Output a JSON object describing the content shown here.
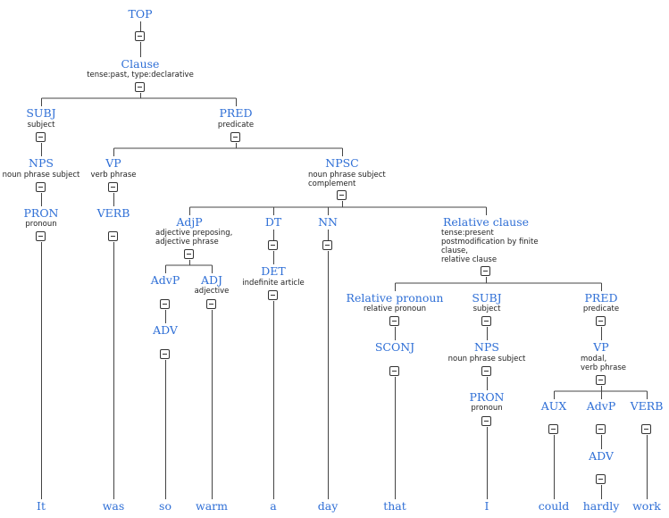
{
  "nodes": [
    {
      "id": "top",
      "label": "TOP",
      "desc": ""
    },
    {
      "id": "clause",
      "label": "Clause",
      "desc": "tense:past, type:declarative"
    },
    {
      "id": "subj1",
      "label": "SUBJ",
      "desc": "subject"
    },
    {
      "id": "nps1",
      "label": "NPS",
      "desc": "noun phrase subject"
    },
    {
      "id": "pron1",
      "label": "PRON",
      "desc": "pronoun"
    },
    {
      "id": "pred1",
      "label": "PRED",
      "desc": "predicate"
    },
    {
      "id": "vp1",
      "label": "VP",
      "desc": "verb phrase"
    },
    {
      "id": "verb1",
      "label": "VERB",
      "desc": ""
    },
    {
      "id": "npsc",
      "label": "NPSC",
      "desc": "noun phrase subject\ncomplement"
    },
    {
      "id": "adjp",
      "label": "AdjP",
      "desc": "adjective preposing,\nadjective phrase"
    },
    {
      "id": "advp1",
      "label": "AdvP",
      "desc": ""
    },
    {
      "id": "adv1",
      "label": "ADV",
      "desc": ""
    },
    {
      "id": "adj",
      "label": "ADJ",
      "desc": "adjective"
    },
    {
      "id": "dt",
      "label": "DT",
      "desc": ""
    },
    {
      "id": "det",
      "label": "DET",
      "desc": "indefinite article"
    },
    {
      "id": "nn",
      "label": "NN",
      "desc": ""
    },
    {
      "id": "relc",
      "label": "Relative clause",
      "desc": "tense:present\npostmodification by finite\nclause,\nrelative clause"
    },
    {
      "id": "relpron",
      "label": "Relative pronoun",
      "desc": "relative pronoun"
    },
    {
      "id": "sconj",
      "label": "SCONJ",
      "desc": ""
    },
    {
      "id": "subj2",
      "label": "SUBJ",
      "desc": "subject"
    },
    {
      "id": "nps2",
      "label": "NPS",
      "desc": "noun phrase subject"
    },
    {
      "id": "pron2",
      "label": "PRON",
      "desc": "pronoun"
    },
    {
      "id": "pred2",
      "label": "PRED",
      "desc": "predicate"
    },
    {
      "id": "vp2",
      "label": "VP",
      "desc": "modal,\nverb phrase"
    },
    {
      "id": "aux",
      "label": "AUX",
      "desc": ""
    },
    {
      "id": "advp2",
      "label": "AdvP",
      "desc": ""
    },
    {
      "id": "adv2",
      "label": "ADV",
      "desc": ""
    },
    {
      "id": "verb2",
      "label": "VERB",
      "desc": ""
    }
  ],
  "words": [
    "It",
    "was",
    "so",
    "warm",
    "a",
    "day",
    "that",
    "I",
    "could",
    "hardly",
    "work"
  ]
}
